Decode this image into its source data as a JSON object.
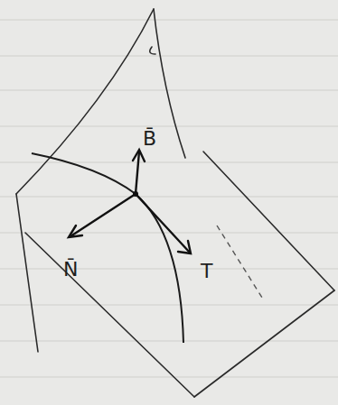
{
  "diagram": {
    "labels": [
      "B̄",
      "N̄",
      "T"
    ]
  }
}
